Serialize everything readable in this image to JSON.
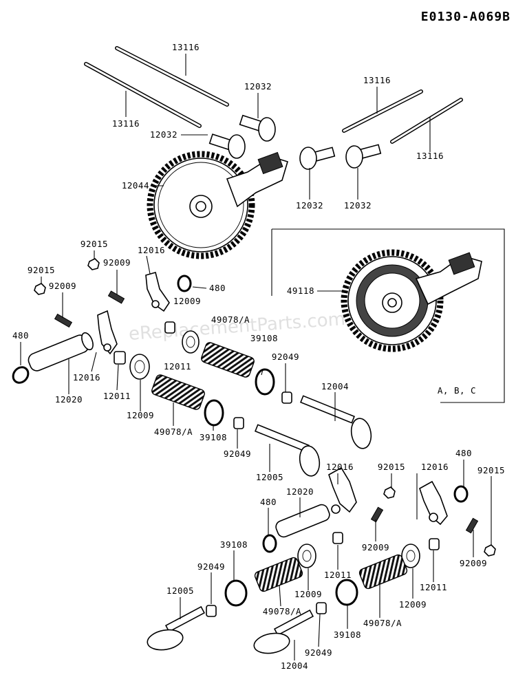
{
  "diagram_code": "E0130-A069B",
  "watermark": "eReplacementParts.com",
  "inset_note": "A, B, C",
  "callouts": {
    "c13116a": "13116",
    "c13116b": "13116",
    "c13116c": "13116",
    "c13116d": "13116",
    "c12032a": "12032",
    "c12032b": "12032",
    "c12032c": "12032",
    "c12032d": "12032",
    "c12044": "12044",
    "c49118": "49118",
    "c92015a": "92015",
    "c92015b": "92015",
    "c92015c": "92015",
    "c92015d": "92015",
    "c12016a": "12016",
    "c12016b": "12016",
    "c12016c": "12016",
    "c12016d": "12016",
    "c92009a": "92009",
    "c92009b": "92009",
    "c92009c": "92009",
    "c92009d": "92009",
    "c480a": "480",
    "c480b": "480",
    "c480c": "480",
    "c480d": "480",
    "c12009a": "12009",
    "c12009b": "12009",
    "c12009c": "12009",
    "c12009d": "12009",
    "c49078a": "49078/A",
    "c49078b": "49078/A",
    "c49078c": "49078/A",
    "c49078d": "49078/A",
    "c39108a": "39108",
    "c39108b": "39108",
    "c39108c": "39108",
    "c39108d": "39108",
    "c12011a": "12011",
    "c12011b": "12011",
    "c12011c": "12011",
    "c12011d": "12011",
    "c92049a": "92049",
    "c92049b": "92049",
    "c92049c": "92049",
    "c92049d": "92049",
    "c12020a": "12020",
    "c12020b": "12020",
    "c12004a": "12004",
    "c12004b": "12004",
    "c12005a": "12005",
    "c12005b": "12005"
  }
}
